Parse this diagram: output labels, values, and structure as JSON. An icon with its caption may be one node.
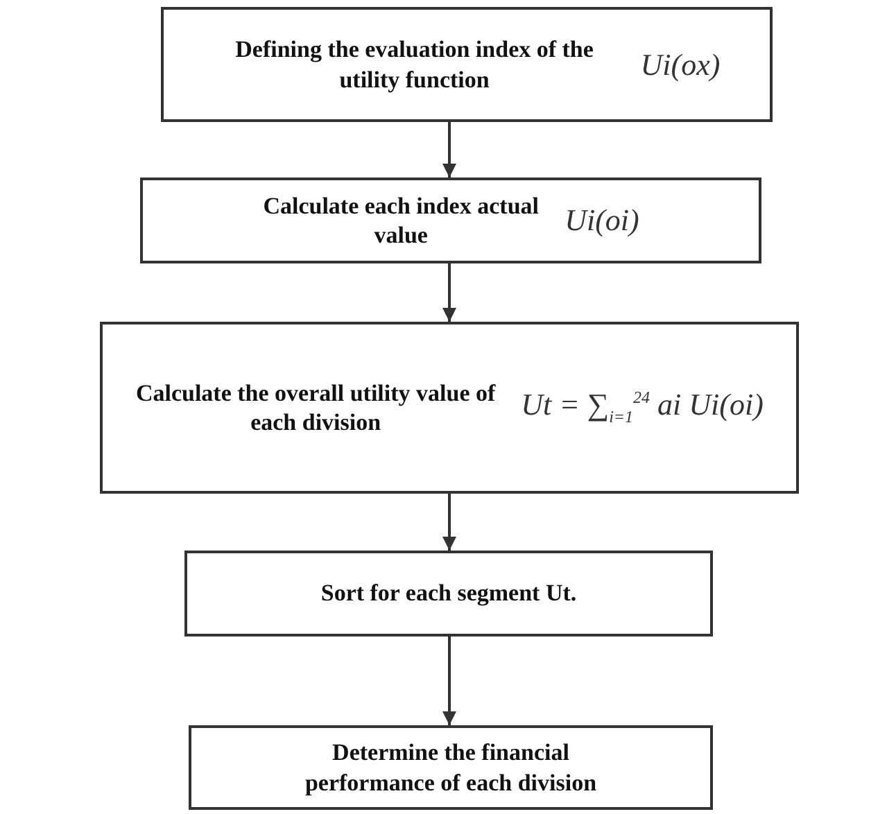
{
  "diagram": {
    "nodes": [
      {
        "text": [
          "Defining the evaluation index of the utility function",
          "Ui(ox)"
        ]
      },
      {
        "text": [
          "Calculate each index actual value",
          "Ui(oi)"
        ]
      },
      {
        "text": [
          "Calculate the overall utility value of each division",
          "Ut = ∑$_{i=1}$$^{24}$ ai Ui(oi)"
        ]
      },
      {
        "text": [
          "Sort for each segment Ut."
        ]
      },
      {
        "text": [
          "Determine the financial performance of each division"
        ]
      }
    ],
    "edges": [
      {
        "from": 0,
        "to": 1,
        "arrow": "to"
      },
      {
        "from": 1,
        "to": 2,
        "arrow": "to"
      },
      {
        "from": 2,
        "to": 3,
        "arrow": "to"
      },
      {
        "from": 3,
        "to": 4,
        "arrow": "to"
      }
    ]
  }
}
